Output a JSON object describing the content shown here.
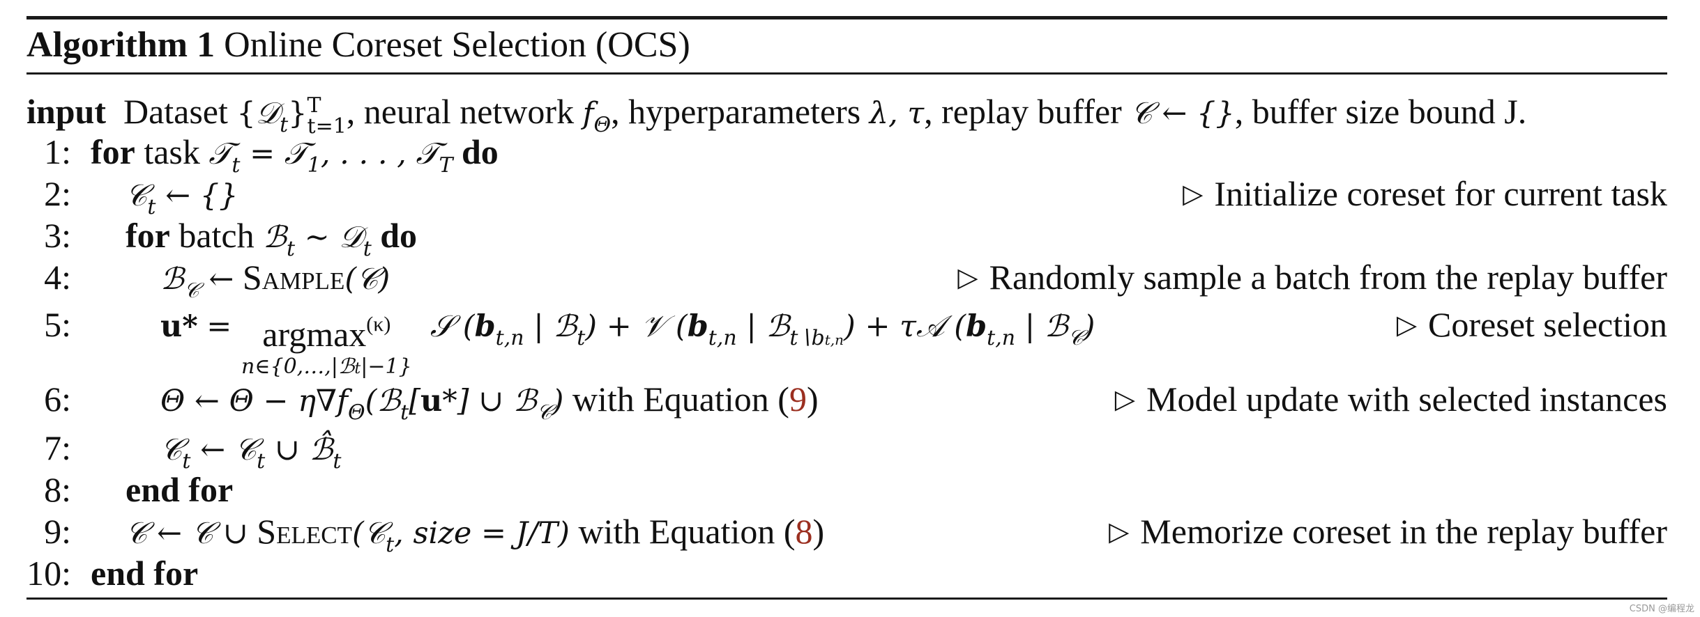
{
  "algorithm": {
    "label": "Algorithm 1",
    "title": "Online Coreset Selection (OCS)"
  },
  "input_line": {
    "keyword": "input",
    "text_parts": [
      "Dataset",
      ", neural network",
      ", hyperparameters",
      ", replay buffer",
      ", buffer size bound J."
    ]
  },
  "lines": [
    {
      "num": "1:",
      "keyword_for": "for",
      "text": "task",
      "keyword_do": "do"
    },
    {
      "num": "2:",
      "comment": "Initialize coreset for current task"
    },
    {
      "num": "3:",
      "keyword_for": "for",
      "text": "batch",
      "keyword_do": "do"
    },
    {
      "num": "4:",
      "func": "Sample",
      "comment": "Randomly sample a batch from the replay buffer"
    },
    {
      "num": "5:",
      "func": "argmax",
      "comment": "Coreset selection"
    },
    {
      "num": "6:",
      "text": "with Equation",
      "cite": "9",
      "comment": "Model update with selected instances"
    },
    {
      "num": "7:"
    },
    {
      "num": "8:",
      "keyword_end": "end for"
    },
    {
      "num": "9:",
      "func": "Select",
      "text": "with Equation",
      "cite": "8",
      "comment": "Memorize coreset in the replay buffer"
    },
    {
      "num": "10:",
      "keyword_end": "end for"
    }
  ],
  "watermark": "CSDN @编程龙"
}
